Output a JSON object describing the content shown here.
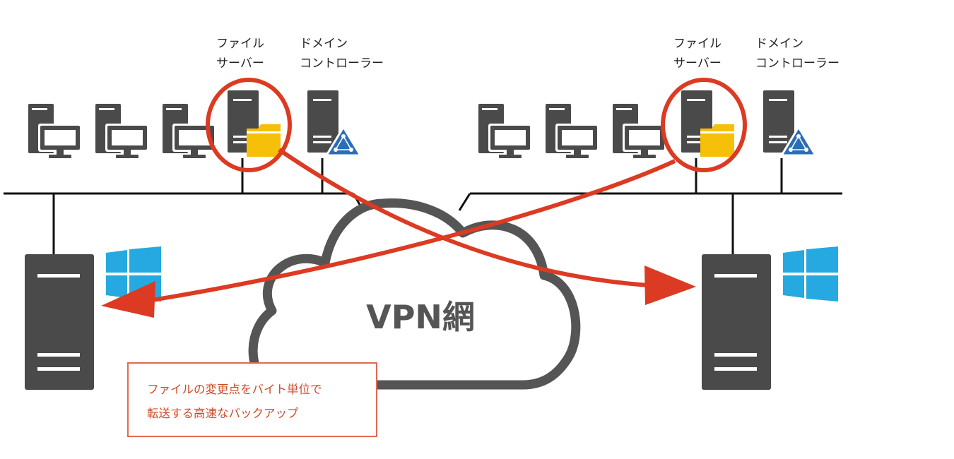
{
  "site_left": {
    "file_server_label": [
      "ファイル",
      "サーバー"
    ],
    "domain_controller_label": [
      "ドメイン",
      "コントローラー"
    ]
  },
  "site_right": {
    "file_server_label": [
      "ファイル",
      "サーバー"
    ],
    "domain_controller_label": [
      "ドメイン",
      "コントローラー"
    ]
  },
  "cloud_label": "VPN網",
  "note": [
    "ファイルの変更点をバイト単位で",
    "転送する高速なバックアップ"
  ],
  "colors": {
    "device": "#4a4a4a",
    "cloud_stroke": "#555555",
    "highlight": "#dc3a22",
    "folder": "#f6bf0a",
    "domain_badge": "#2b6db6",
    "windows": "#25a9e0"
  },
  "icons": [
    "pc-icon",
    "file-server-icon",
    "folder-icon",
    "domain-controller-icon",
    "server-icon",
    "windows-logo-icon",
    "cloud-icon"
  ]
}
